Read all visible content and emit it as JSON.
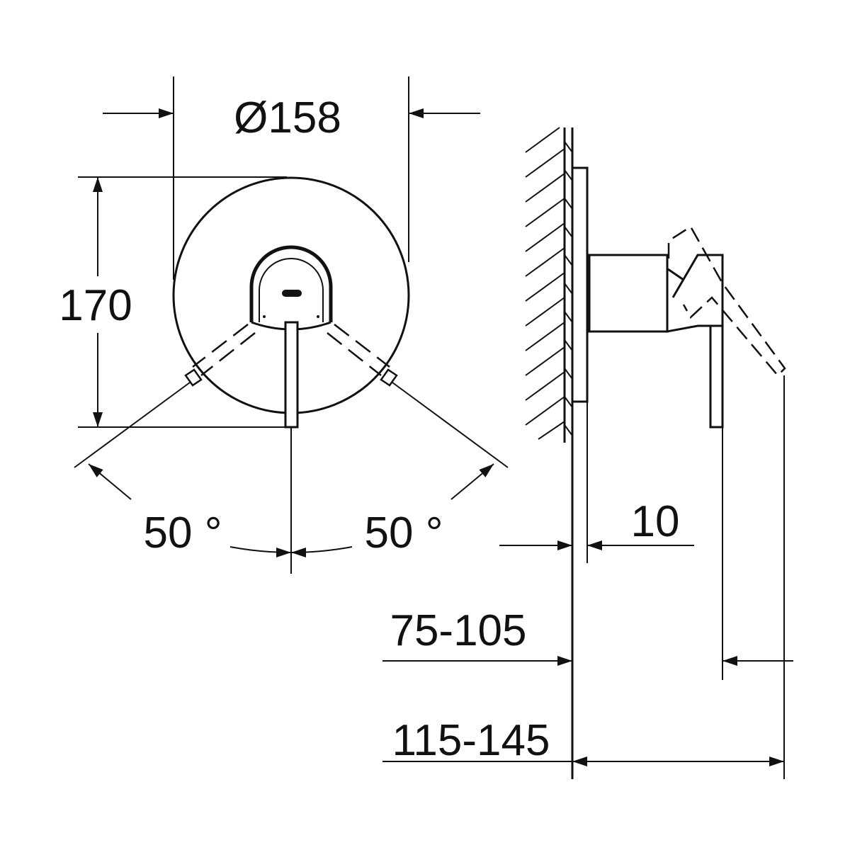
{
  "dimensions": {
    "diameter": "Ø158",
    "height": "170",
    "angle_left": "50 °",
    "angle_right": "50 °",
    "escutcheon_depth": "10",
    "wall_depth_range": "75-105",
    "total_depth_range": "115-145"
  },
  "colors": {
    "line": "#111111",
    "background": "#ffffff"
  }
}
